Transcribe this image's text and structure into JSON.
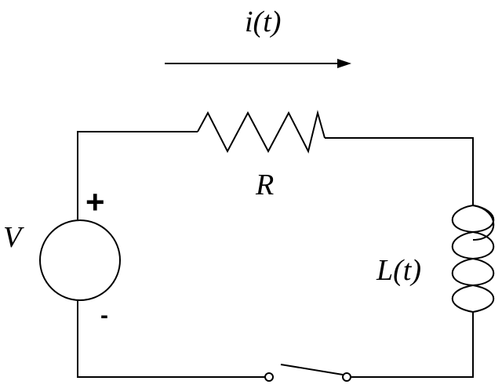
{
  "labels": {
    "current": "i(t)",
    "resistor": "R",
    "source": "V",
    "inductor": "L(t)",
    "plus": "+",
    "minus": "-"
  },
  "components": {
    "source": "voltage-source",
    "resistor": "resistor",
    "inductor": "inductor",
    "switch": "open-switch"
  },
  "colors": {
    "stroke": "#000000",
    "background": "#ffffff"
  }
}
